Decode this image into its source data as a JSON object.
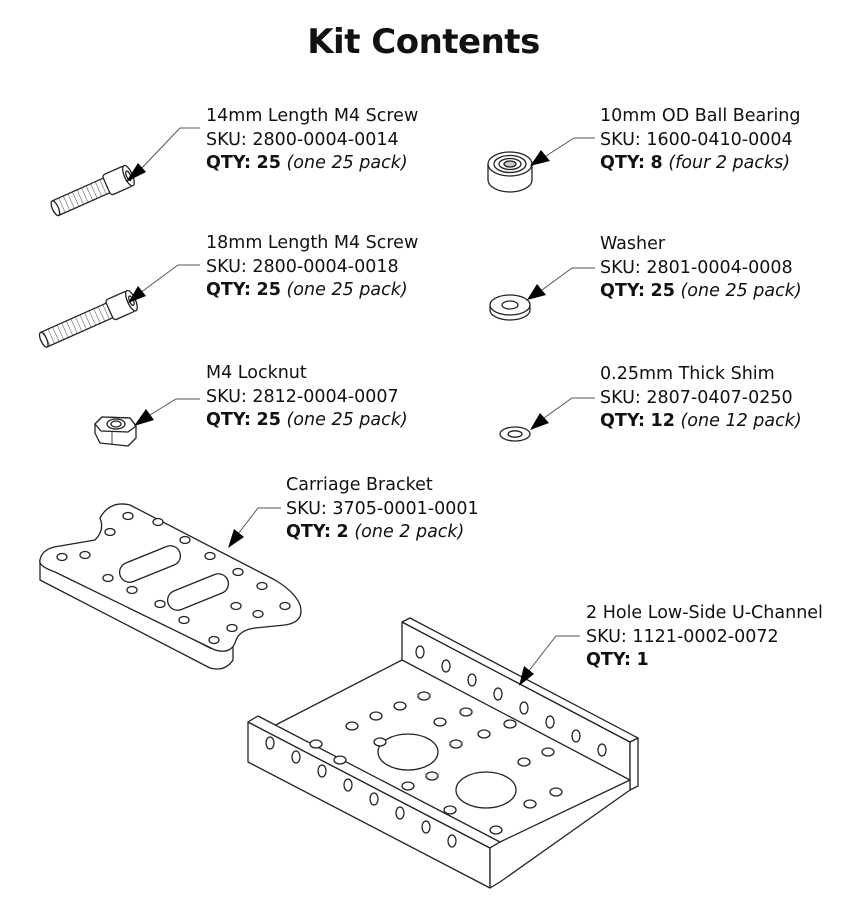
{
  "title": "Kit Contents",
  "items": [
    {
      "name": "14mm Length M4 Screw",
      "sku_label": "SKU:",
      "sku": "2800-0004-0014",
      "qty_label": "QTY:",
      "qty": "25",
      "pack": "(one 25 pack)"
    },
    {
      "name": "10mm OD Ball Bearing",
      "sku_label": "SKU:",
      "sku": "1600-0410-0004",
      "qty_label": "QTY:",
      "qty": "8",
      "pack": "(four 2 packs)"
    },
    {
      "name": "18mm Length M4 Screw",
      "sku_label": "SKU:",
      "sku": "2800-0004-0018",
      "qty_label": "QTY:",
      "qty": "25",
      "pack": "(one 25 pack)"
    },
    {
      "name": "Washer",
      "sku_label": "SKU:",
      "sku": "2801-0004-0008",
      "qty_label": "QTY:",
      "qty": "25",
      "pack": "(one 25 pack)"
    },
    {
      "name": "M4 Locknut",
      "sku_label": "SKU:",
      "sku": "2812-0004-0007",
      "qty_label": "QTY:",
      "qty": "25",
      "pack": "(one 25 pack)"
    },
    {
      "name": "0.25mm Thick Shim",
      "sku_label": "SKU:",
      "sku": "2807-0407-0250",
      "qty_label": "QTY:",
      "qty": "12",
      "pack": "(one 12 pack)"
    },
    {
      "name": "Carriage Bracket",
      "sku_label": "SKU:",
      "sku": "3705-0001-0001",
      "qty_label": "QTY:",
      "qty": "2",
      "pack": "(one 2 pack)"
    },
    {
      "name": "2 Hole Low-Side U-Channel",
      "sku_label": "SKU:",
      "sku": "1121-0002-0072",
      "qty_label": "QTY:",
      "qty": "1",
      "pack": ""
    }
  ]
}
